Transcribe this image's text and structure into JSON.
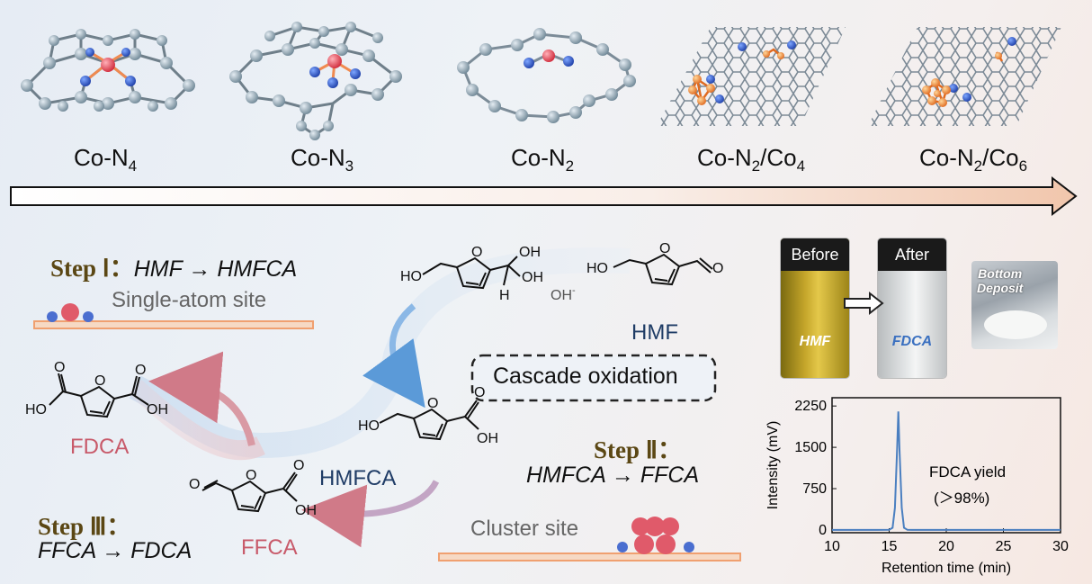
{
  "catalysts": [
    {
      "main": "Co-N",
      "sub": "4",
      "sub2": "",
      "mid": ""
    },
    {
      "main": "Co-N",
      "sub": "3",
      "sub2": "",
      "mid": ""
    },
    {
      "main": "Co-N",
      "sub": "2",
      "sub2": "",
      "mid": ""
    },
    {
      "main": "Co-N",
      "sub": "2",
      "mid": "/Co",
      "sub2": "4"
    },
    {
      "main": "Co-N",
      "sub": "2",
      "mid": "/Co",
      "sub2": "6"
    }
  ],
  "step1": {
    "title": "Step Ⅰ：",
    "eq": "HMF → HMFCA",
    "site": "Single-atom site"
  },
  "step2": {
    "title": "Step Ⅱ：",
    "eq": "HMFCA → FFCA",
    "site": "Cluster site"
  },
  "step3": {
    "title": "Step Ⅲ：",
    "eq": "FFCA → FDCA"
  },
  "molecules": {
    "fdca": "FDCA",
    "hmfca": "HMFCA",
    "ffca": "FFCA",
    "hmf": "HMF"
  },
  "hydroxide": {
    "base": "OH",
    "sup": "-"
  },
  "cascade_label": "Cascade oxidation",
  "atoms": {
    "ho": "HO",
    "oh": "OH",
    "o": "O",
    "h": "H"
  },
  "photos": {
    "before": "Before",
    "after": "After",
    "hmf": "HMF",
    "fdca": "FDCA",
    "deposit_line1": "Bottom",
    "deposit_line2": "Deposit"
  },
  "colors": {
    "step_title": "#5b4714",
    "red_label": "#c85a6a",
    "blue_label": "#1f3c66",
    "trace": "#4a7fc0"
  },
  "chart_data": {
    "type": "line",
    "xlabel": "Retention time (min)",
    "ylabel": "Intensity (mV)",
    "xlim": [
      10,
      30
    ],
    "ylim": [
      -50,
      2400
    ],
    "xticks": [
      10,
      15,
      20,
      25,
      30
    ],
    "yticks": [
      0,
      750,
      1500,
      2250
    ],
    "series": [
      {
        "x": [
          10,
          14,
          15,
          15.3,
          15.5,
          15.7,
          15.8,
          15.9,
          16.1,
          16.3,
          16.6,
          17,
          20,
          25,
          30
        ],
        "values": [
          0,
          0,
          2,
          40,
          400,
          1500,
          2150,
          1500,
          400,
          40,
          2,
          0,
          0,
          0,
          0
        ]
      }
    ],
    "annotation": {
      "line1": "FDCA yield",
      "line2": "(＞98%)"
    }
  }
}
